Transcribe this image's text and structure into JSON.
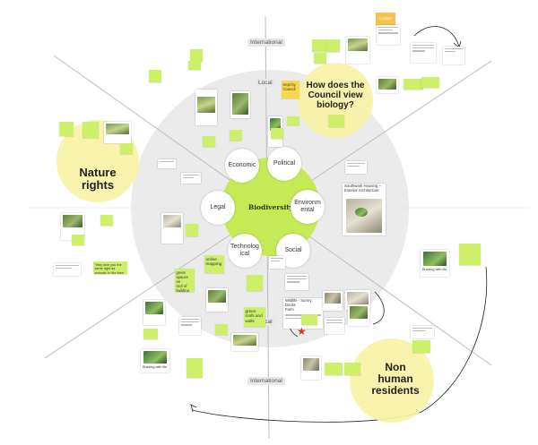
{
  "center": {
    "label": "Biodiversity"
  },
  "categories": {
    "economic": "Economic",
    "political": "Political",
    "environmental": "Environm\nental",
    "social": "Social",
    "technological": "Technolog\nical",
    "legal": "Legal"
  },
  "rings": {
    "top_international": "International",
    "top_local": "Local",
    "bottom_local": "Local",
    "bottom_international": "International"
  },
  "highlights": {
    "council": "How does the\nCouncil view\nbiology?",
    "nature": "Nature\nrights",
    "nonhuman": "Non\nhuman\nresidents"
  },
  "cards": {
    "southwark": "Southwark Housing –\nExterior Architecture",
    "wildlife": "Wildlife - Surrey Docks\nFarm",
    "cover": "COVER",
    "kept_by": "Kept by Council"
  },
  "stickies": {
    "online_mapping": "online\nmapping",
    "green_roofs": "green\nroofs and\nwalls",
    "green_spaces": "green\nspaces on\nroof of\nbuilding",
    "they_love": "\"they love you the\nsame right as\nanimals to live their life\"",
    "buzzing_left": "Buzzing with life",
    "buzzing_right": "Buzzing with life"
  }
}
